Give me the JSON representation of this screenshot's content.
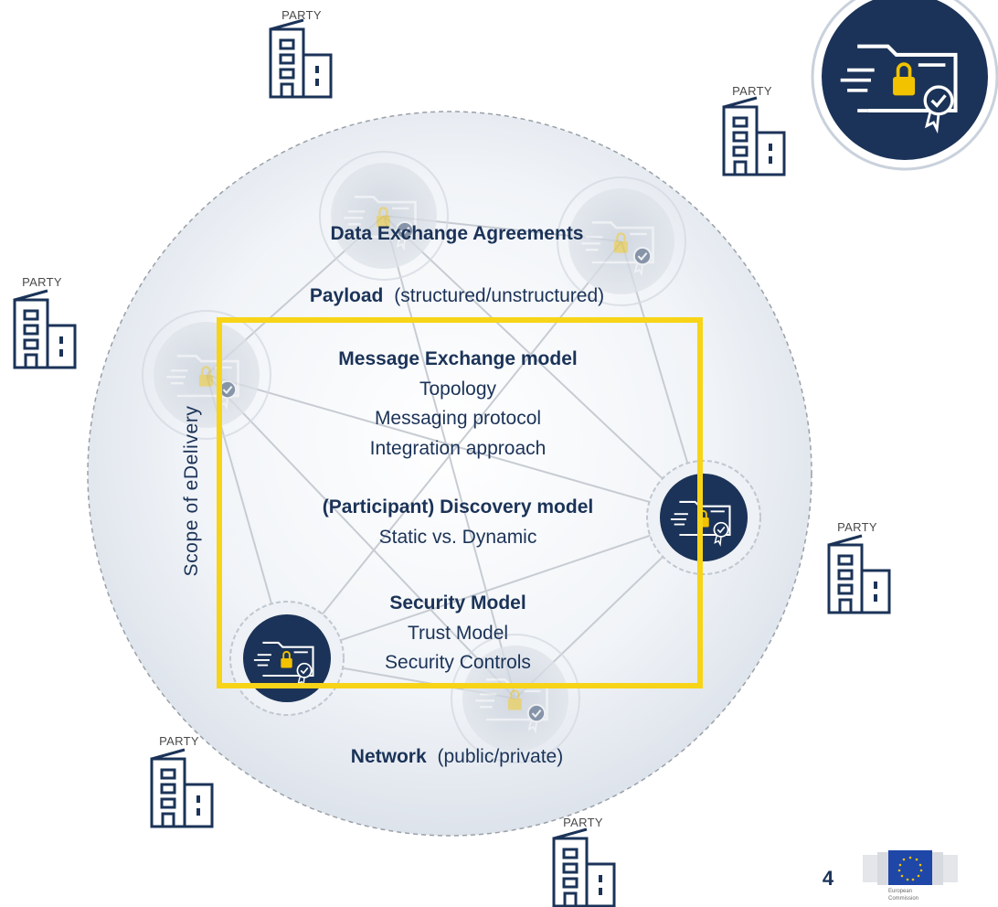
{
  "scope_label": "Scope of eDelivery",
  "data_exchange": {
    "title": "Data Exchange Agreements"
  },
  "payload": {
    "title": "Payload",
    "detail": "(structured/unstructured)"
  },
  "message_exchange": {
    "title": "Message Exchange model",
    "items": [
      "Topology",
      "Messaging protocol",
      "Integration approach"
    ]
  },
  "discovery": {
    "title": "(Participant) Discovery model",
    "items": [
      "Static vs. Dynamic"
    ]
  },
  "security": {
    "title": "Security Model",
    "items": [
      "Trust Model",
      "Security Controls"
    ]
  },
  "network": {
    "title": "Network",
    "detail": "(public/private)"
  },
  "party_label": "PARTY",
  "page_number": "4",
  "logo": {
    "text_1": "European",
    "text_2": "Commission"
  },
  "colors": {
    "navy": "#1b3358",
    "highlight_box": "#f7d417",
    "lock": "#f2c200",
    "scope_circle": "#e9edf3"
  }
}
